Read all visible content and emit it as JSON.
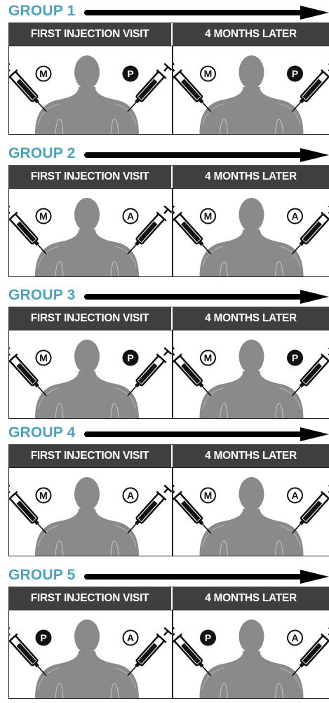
{
  "groups": [
    {
      "title": "GROUP 1",
      "left_header": "FIRST INJECTION VISIT",
      "right_header": "4 MONTHS LATER",
      "left_shot": "M",
      "right_shot": "P"
    },
    {
      "title": "GROUP 2",
      "left_header": "FIRST INJECTION VISIT",
      "right_header": "4 MONTHS LATER",
      "left_shot": "M",
      "right_shot": "A"
    },
    {
      "title": "GROUP 3",
      "left_header": "FIRST INJECTION VISIT",
      "right_header": "4 MONTHS LATER",
      "left_shot": "M",
      "right_shot": "P"
    },
    {
      "title": "GROUP 4",
      "left_header": "FIRST INJECTION VISIT",
      "right_header": "4 MONTHS LATER",
      "left_shot": "M",
      "right_shot": "A"
    },
    {
      "title": "GROUP 5",
      "left_header": "FIRST INJECTION VISIT",
      "right_header": "4 MONTHS LATER",
      "left_shot": "P",
      "right_shot": "A"
    }
  ],
  "colors": {
    "title": "#4aa3bf",
    "header_bg": "#3f3f3f",
    "silhouette": "#8a8a8a",
    "filled_badge": "#111111"
  },
  "badge_styles": {
    "M": "outline",
    "A": "outline",
    "P": "filled"
  }
}
